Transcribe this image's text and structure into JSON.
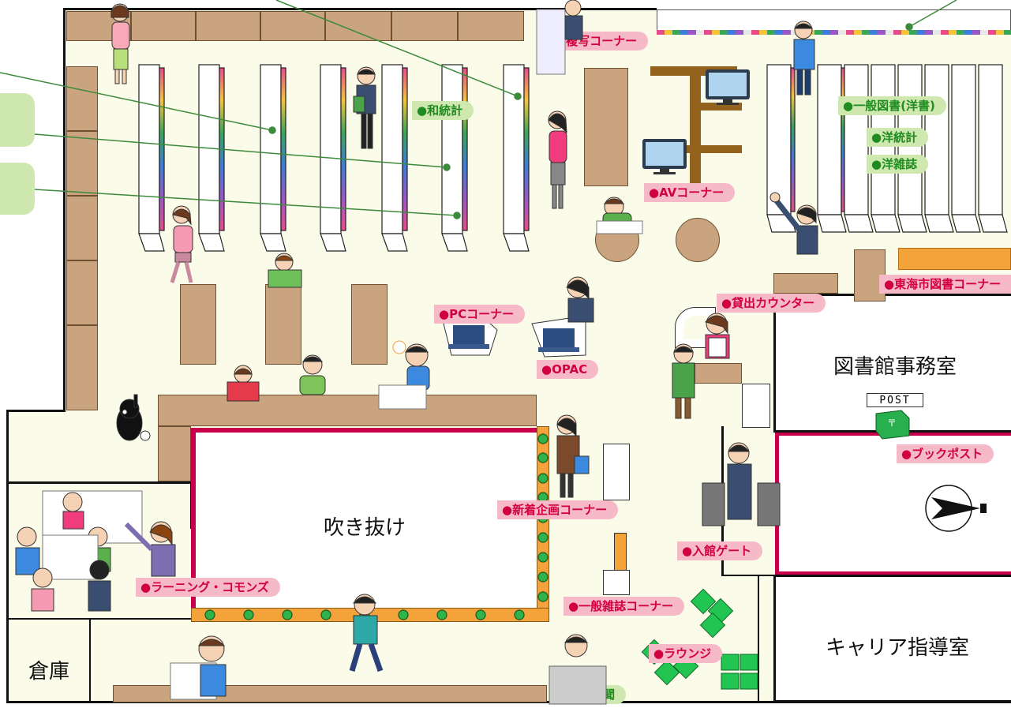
{
  "rooms": {
    "atrium": "吹き抜け",
    "office": "図書館事務室",
    "career": "キャリア指導室",
    "storage": "倉庫"
  },
  "post_sign": "POST",
  "pink_labels": {
    "copy": "●複写コーナー",
    "av": "●AVコーナー",
    "tokai": "●東海市図書コーナー",
    "lending": "●貸出カウンター",
    "pc": "●PCコーナー",
    "opac": "●OPAC",
    "bookpost": "●ブックポスト",
    "new_arrivals": "●新着企画コーナー",
    "gate": "●入館ゲート",
    "magazines": "●一般雑誌コーナー",
    "learning": "●ラーニング・コモンズ",
    "lounge": "●ラウンジ"
  },
  "green_labels": {
    "jp_stats": "●和統計",
    "general_western": "●一般図書(洋書)",
    "western_stats": "●洋統計",
    "western_mag": "●洋雑誌",
    "newspaper": "●新聞"
  },
  "colors": {
    "pink_label_bg": "#f6b9c8",
    "pink_label_text": "#d2003f",
    "green_label_bg": "#cfe8b0",
    "green_label_text": "#1e8c1e",
    "atrium_border": "#c8004b",
    "wood": "#c9a47e",
    "floor": "#fbfbe9"
  }
}
